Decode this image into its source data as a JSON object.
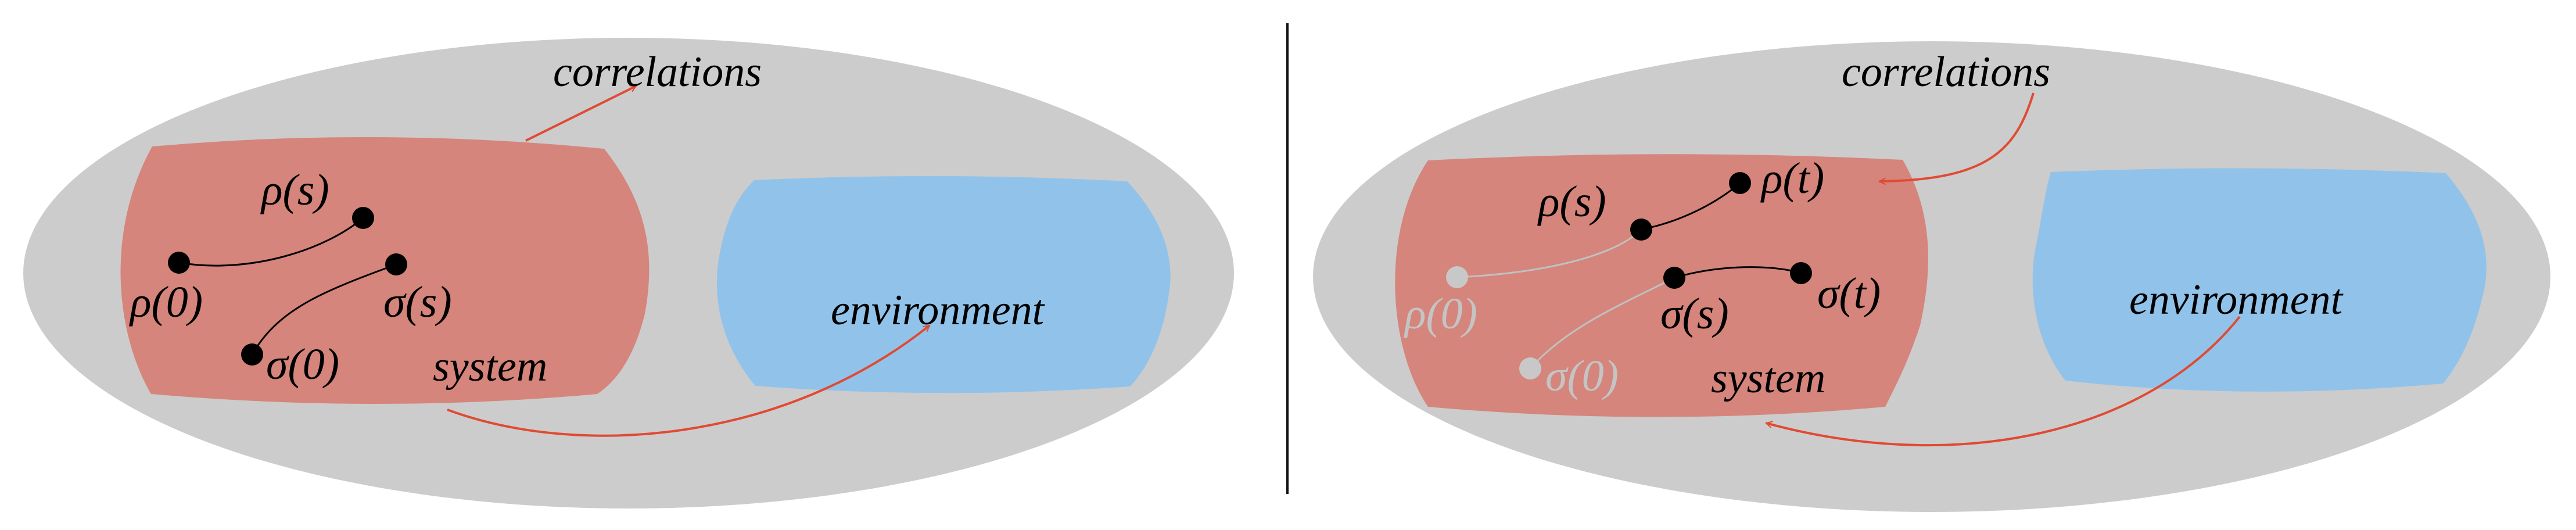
{
  "colors": {
    "universe": "#cccccc",
    "system": "#d5857b",
    "environment": "#91c3ea",
    "arrow": "#e04a33",
    "point": "#000000",
    "faded_point": "#c8c8c8",
    "faded_text": "#c4c4c4",
    "divider": "#111111"
  },
  "left_panel": {
    "correlations_label": "correlations",
    "environment_label": "environment",
    "system_label": "system",
    "rho_s_label": "ρ(s)",
    "rho_0_label": "ρ(0)",
    "sigma_s_label": "σ(s)",
    "sigma_0_label": "σ(0)"
  },
  "right_panel": {
    "correlations_label": "correlations",
    "environment_label": "environment",
    "system_label": "system",
    "rho_s_label": "ρ(s)",
    "rho_t_label": "ρ(t)",
    "rho_0_label": "ρ(0)",
    "sigma_s_label": "σ(s)",
    "sigma_t_label": "σ(t)",
    "sigma_0_label": "σ(0)"
  }
}
